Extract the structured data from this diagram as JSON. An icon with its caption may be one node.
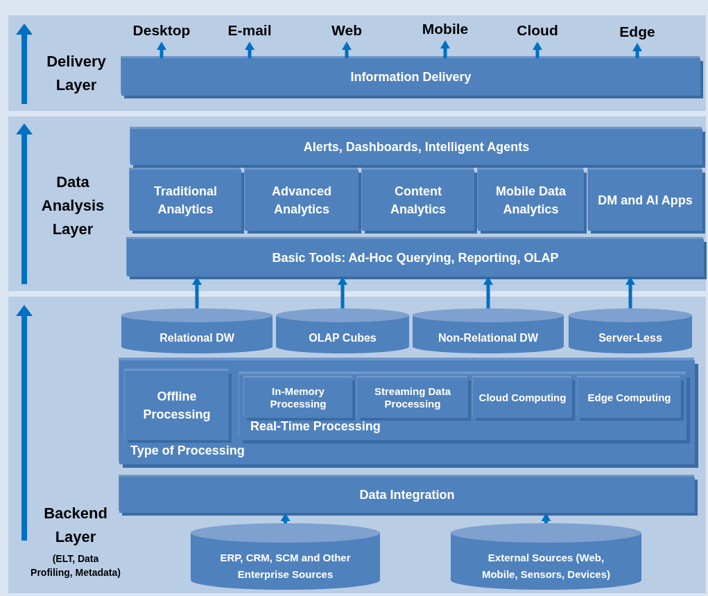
{
  "diagram": {
    "nodes": [
      {
        "text": [
          "Delivery Layer"
        ]
      },
      {
        "text": [
          "Desktop"
        ],
        "in": 0
      },
      {
        "text": [
          "E-mail"
        ],
        "in": 0
      },
      {
        "text": [
          "Web"
        ],
        "in": 0
      },
      {
        "text": [
          "Mobile"
        ],
        "in": 0
      },
      {
        "text": [
          "Cloud"
        ],
        "in": 0
      },
      {
        "text": [
          "Edge"
        ],
        "in": 0
      },
      {
        "text": [
          "Information Delivery"
        ],
        "in": 0
      },
      {
        "text": [
          "Data Analysis Layer"
        ]
      },
      {
        "text": [
          "Alerts, Dashboards, Intelligent Agents"
        ],
        "in": 8
      },
      {
        "text": [
          "Traditional Analytics"
        ],
        "in": 8
      },
      {
        "text": [
          "Advanced Analytics"
        ],
        "in": 8
      },
      {
        "text": [
          "Content Analytics"
        ],
        "in": 8
      },
      {
        "text": [
          "Mobile Data Analytics"
        ],
        "in": 8
      },
      {
        "text": [
          "DM and AI Apps"
        ],
        "in": 8
      },
      {
        "text": [
          "Basic Tools: Ad-Hoc Querying, Reporting, OLAP"
        ],
        "in": 8
      },
      {
        "text": [
          "Backend Layer",
          "(ELT, Data Profiling, Metadata)"
        ]
      },
      {
        "text": [
          "Relational DW"
        ],
        "in": 16
      },
      {
        "text": [
          "OLAP Cubes"
        ],
        "in": 16
      },
      {
        "text": [
          "Non-Relational DW"
        ],
        "in": 16
      },
      {
        "text": [
          "Server-Less"
        ],
        "in": 16
      },
      {
        "text": [
          "Type of Processing"
        ],
        "in": 16
      },
      {
        "text": [
          "Offline Processing"
        ],
        "in": 21
      },
      {
        "text": [
          "Real-Time Processing"
        ],
        "in": 21
      },
      {
        "text": [
          "In-Memory Processing"
        ],
        "in": 23
      },
      {
        "text": [
          "Streaming Data Processing"
        ],
        "in": 23
      },
      {
        "text": [
          "Cloud Computing"
        ],
        "in": 23
      },
      {
        "text": [
          "Edge Computing"
        ],
        "in": 23
      },
      {
        "text": [
          "Data Integration"
        ],
        "in": 16
      },
      {
        "text": [
          "ERP, CRM, SCM and Other Enterprise Sources"
        ],
        "in": 16
      },
      {
        "text": [
          "External Sources (Web, Mobile, Sensors, Devices)"
        ],
        "in": 16
      }
    ],
    "edges": [
      {
        "from": 7,
        "to": 1,
        "arrow": "to"
      },
      {
        "from": 7,
        "to": 2,
        "arrow": "to"
      },
      {
        "from": 7,
        "to": 3,
        "arrow": "to"
      },
      {
        "from": 7,
        "to": 4,
        "arrow": "to"
      },
      {
        "from": 7,
        "to": 5,
        "arrow": "to"
      },
      {
        "from": 7,
        "to": 6,
        "arrow": "to"
      },
      {
        "from": 17,
        "to": 15,
        "arrow": "to"
      },
      {
        "from": 18,
        "to": 15,
        "arrow": "to"
      },
      {
        "from": 19,
        "to": 15,
        "arrow": "to"
      },
      {
        "from": 20,
        "to": 15,
        "arrow": "to"
      },
      {
        "from": 29,
        "to": 28,
        "arrow": "to"
      },
      {
        "from": 30,
        "to": 28,
        "arrow": "to"
      }
    ]
  }
}
